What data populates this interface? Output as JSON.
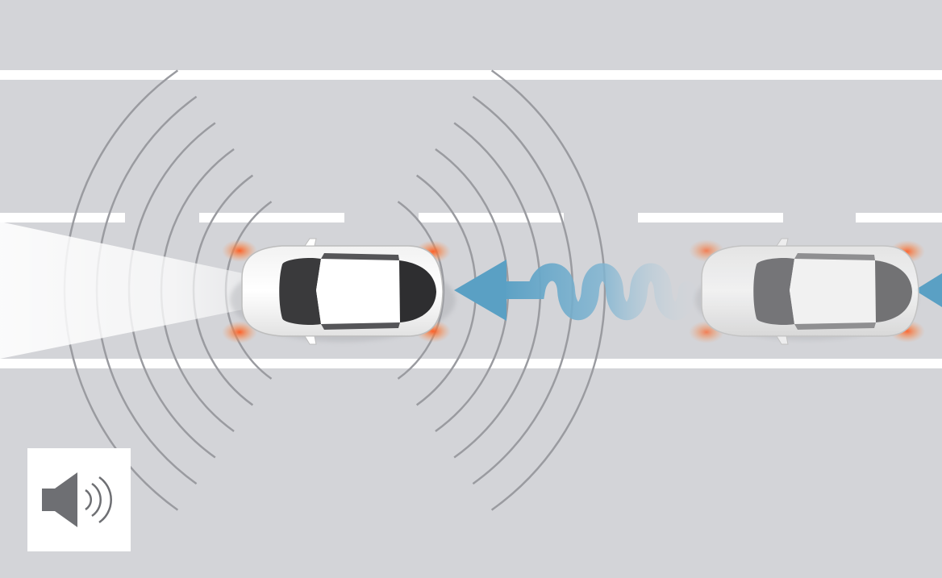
{
  "colors": {
    "road": "#d3d4d8",
    "lane_marking": "#ffffff",
    "sound_wave": "#9a9ba0",
    "car_body": "#ffffff",
    "car_window": "#3a3a3c",
    "hazard_light": "#f26a2c",
    "headlight_beam": "#ffffff",
    "approach_arrow": "#5aa0c4",
    "speaker_icon": "#6e6f73"
  },
  "icons": {
    "speaker": "speaker-sound-icon",
    "arrow": "arrow-left-icon"
  },
  "vehicles": [
    {
      "role": "lead",
      "state": "hazard-lights-flashing"
    },
    {
      "role": "following",
      "state": "hazard-lights-flashing"
    }
  ]
}
